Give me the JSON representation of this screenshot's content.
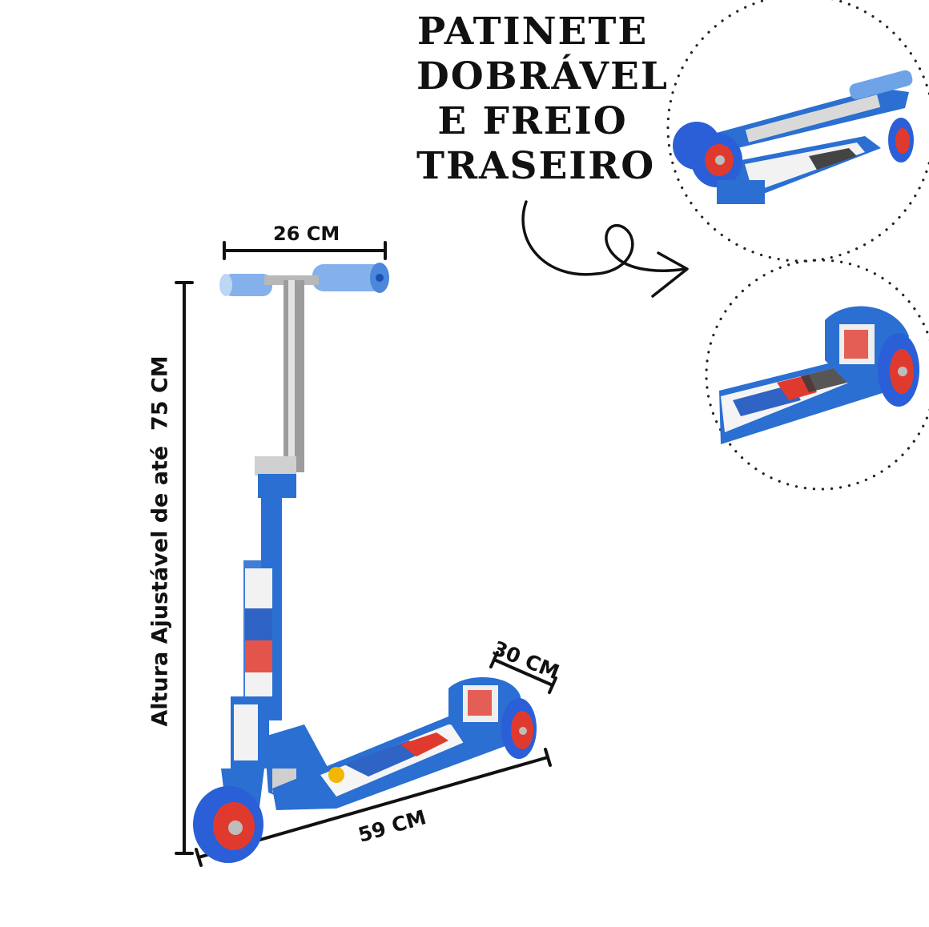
{
  "headline": {
    "lines": [
      "PATINETE",
      "DOBRÁVEL",
      "E FREIO",
      "TRASEIRO"
    ]
  },
  "dimensions": {
    "handlebar_width": "26 CM",
    "height_label": "Altura Ajustável de até  75 CM",
    "deck_width": "30 CM",
    "length": "59 CM"
  },
  "colors": {
    "scooter_blue": "#2a6fd1",
    "wheel_red": "#e03a2e",
    "wheel_blue": "#2a5fd8",
    "text": "#111111"
  }
}
